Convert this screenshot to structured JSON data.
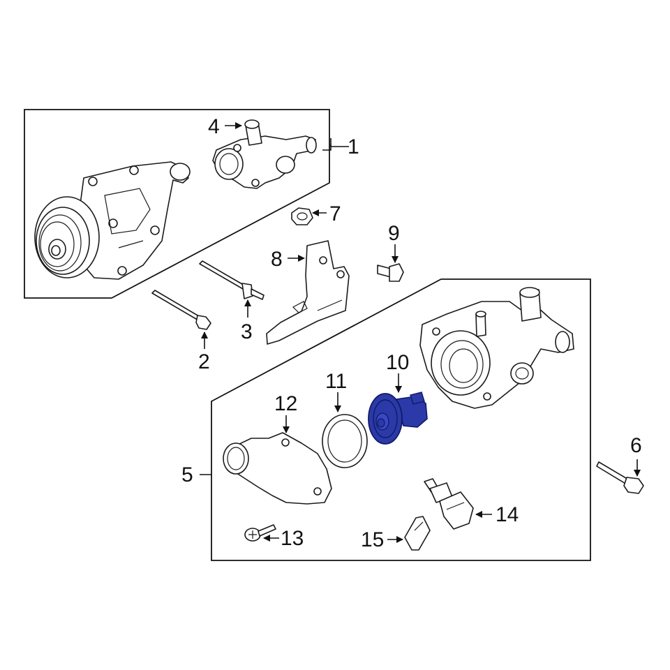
{
  "callouts": {
    "c1": "1",
    "c2": "2",
    "c3": "3",
    "c4": "4",
    "c5": "5",
    "c6": "6",
    "c7": "7",
    "c8": "8",
    "c9": "9",
    "c10": "10",
    "c11": "11",
    "c12": "12",
    "c13": "13",
    "c14": "14",
    "c15": "15"
  },
  "colors": {
    "highlight": "#2b3aa8",
    "highlight_dark": "#101a66",
    "line": "#1a1a1a"
  }
}
